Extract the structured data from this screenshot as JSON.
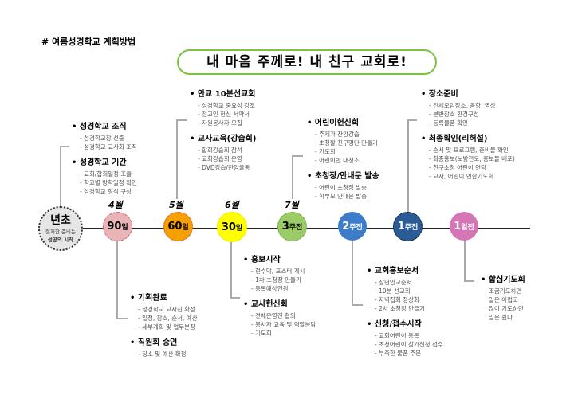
{
  "title": "# 여름성경학교 계획방법",
  "slogan": "내 마음 주께로! 내 친구 교회로!",
  "timeline": [
    {
      "label": "년초",
      "sub1": "철저한 준비는",
      "sub2": "성공의 시작",
      "color": "#e6e6e6"
    },
    {
      "month": "4월",
      "label": "90",
      "unit": "일",
      "color": "#e8b4b8"
    },
    {
      "month": "5월",
      "label": "60",
      "unit": "일",
      "color": "#f5a000"
    },
    {
      "month": "6월",
      "label": "30",
      "unit": "일",
      "color": "#ffff00"
    },
    {
      "month": "7월",
      "label": "3",
      "unit": "주전",
      "color": "#9ccc65"
    },
    {
      "label": "2",
      "unit": "주전",
      "color": "#3d7cc9"
    },
    {
      "label": "1",
      "unit": "주전",
      "color": "#2a5b94"
    },
    {
      "label": "1",
      "unit": "일전",
      "color": "#d575b5"
    }
  ],
  "blocks": {
    "b1": {
      "head": "성경학교 조직",
      "items": [
        "성경학교장 선출",
        "성경학교 교사회 조직"
      ]
    },
    "b2": {
      "head": "성경학교 기간",
      "items": [
        "교회/합회일정 조율",
        "학교별 방학일정 확인",
        "성경학교 형식 구상"
      ]
    },
    "b3": {
      "head": "안교 10분선교회",
      "items": [
        "성경학교 중요성 강조",
        "전교인 헌신 서약서",
        "자원봉사자 모집"
      ]
    },
    "b4": {
      "head": "교사교육(강습회)",
      "items": [
        "합회강습회 참석",
        "교회강습회 운영",
        "DVD강습/찬양율동"
      ]
    },
    "b5": {
      "head": "어린이헌신회",
      "items": [
        "주제가 찬양강습",
        "초청할 친구명단 만들기",
        "기도회",
        "어린이반 대청소"
      ]
    },
    "b6": {
      "head": "초청장/안내문 발송",
      "items": [
        "어린이 초청장 발송",
        "학부모 안내문 발송"
      ]
    },
    "b7": {
      "head": "장소준비",
      "items": [
        "전체모임장소, 음향, 영상",
        "분반장소 환경구성",
        "등록물품 확인"
      ]
    },
    "b8": {
      "head": "최종확인(리허설)",
      "items": [
        "순서 및 프로그램, 준비물 확인",
        "최종홍보(노방전도, 홍보물 배포)",
        "친구초청 어린이 연락",
        "교사, 어린이 연합기도회"
      ]
    },
    "b9": {
      "head": "기획완료",
      "items": [
        "성경학교 교사진 확정",
        "일정, 장소, 순서, 예산",
        "세부계획 및 업무분장"
      ]
    },
    "b10": {
      "head": "직원회 승인",
      "items": [
        "장소 및 예산 확정"
      ]
    },
    "b11": {
      "head": "홍보시작",
      "items": [
        "현수막, 포스터 게시",
        "1차 초청장 만들기",
        "등록예상인원"
      ]
    },
    "b12": {
      "head": "교사헌신회",
      "items": [
        "전체운영진 협의",
        "봉사자 교육 및 역할분담",
        "기도회"
      ]
    },
    "b13": {
      "head": "교회홍보순서",
      "items": [
        "장년안교순서",
        "10분 선교회",
        "저녁집회 정상회",
        "2차 초청장 만들기"
      ]
    },
    "b14": {
      "head": "신청/접수시작",
      "items": [
        "교회어린이 등록",
        "초청어린이 참가신청 접수",
        "부족한 물품 주문"
      ]
    },
    "b15": {
      "head": "합심기도회",
      "lines": [
        "조금기도하면",
        "일은 어렵고",
        "많이 기도하면",
        "일은 쉽다"
      ]
    }
  }
}
